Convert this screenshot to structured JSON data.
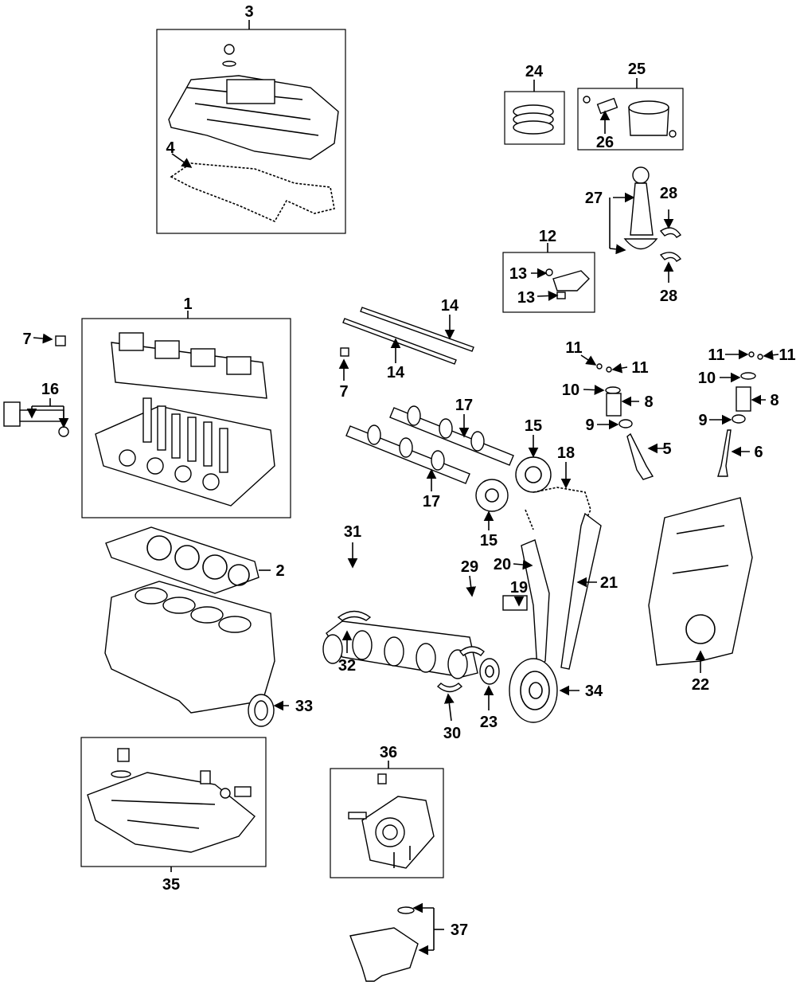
{
  "callouts": {
    "c1": "1",
    "c2": "2",
    "c3": "3",
    "c4": "4",
    "c5": "5",
    "c6": "6",
    "c7a": "7",
    "c7b": "7",
    "c8a": "8",
    "c8b": "8",
    "c9a": "9",
    "c9b": "9",
    "c10a": "10",
    "c10b": "10",
    "c11a": "11",
    "c11b": "11",
    "c11c": "11",
    "c11d": "11",
    "c12": "12",
    "c13a": "13",
    "c13b": "13",
    "c14a": "14",
    "c14b": "14",
    "c15a": "15",
    "c15b": "15",
    "c16": "16",
    "c17a": "17",
    "c17b": "17",
    "c18": "18",
    "c19": "19",
    "c20": "20",
    "c21": "21",
    "c22": "22",
    "c23": "23",
    "c24": "24",
    "c25": "25",
    "c26": "26",
    "c27": "27",
    "c28a": "28",
    "c28b": "28",
    "c29": "29",
    "c30": "30",
    "c31": "31",
    "c32": "32",
    "c33": "33",
    "c34": "34",
    "c35": "35",
    "c36": "36",
    "c37": "37"
  }
}
